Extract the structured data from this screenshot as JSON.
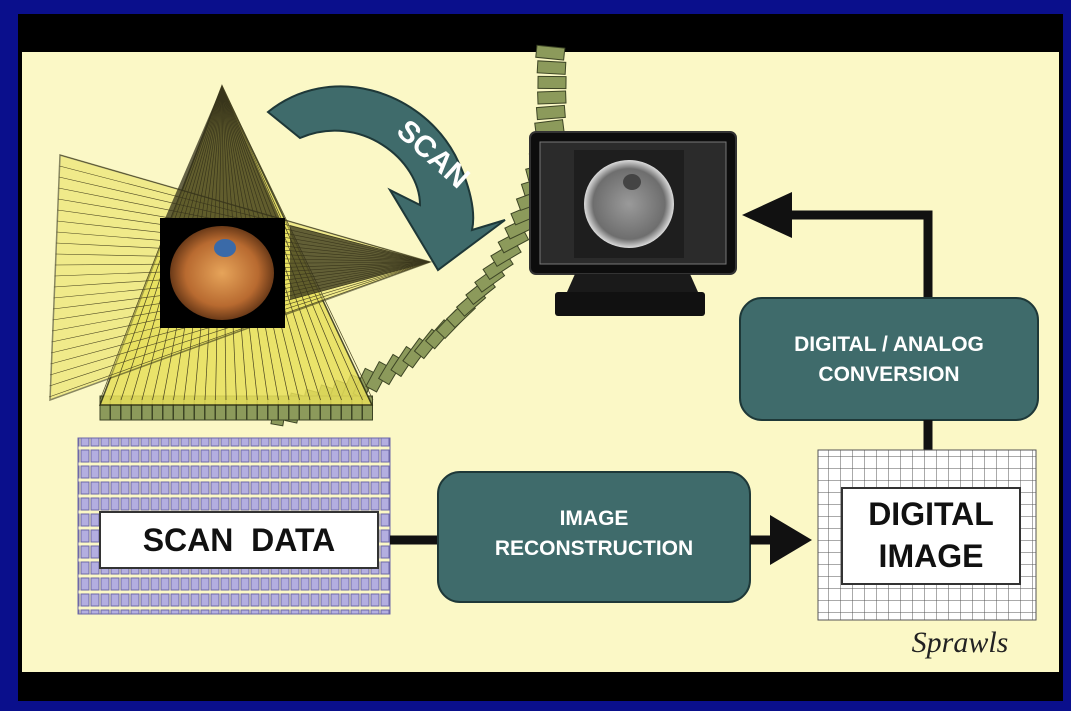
{
  "labels": {
    "scan": "SCAN",
    "scan_data": "SCAN  DATA",
    "reconstruction_line1": "IMAGE",
    "reconstruction_line2": "RECONSTRUCTION",
    "digital_image_line1": "DIGITAL",
    "digital_image_line2": "IMAGE",
    "conversion_line1": "DIGITAL / ANALOG",
    "conversion_line2": "CONVERSION",
    "signature": "Sprawls"
  },
  "colors": {
    "background_border": "#0a0f8c",
    "panel": "#fbf8c6",
    "box_fill": "#3f6b6b",
    "detector_green": "#8c9a5b",
    "beam_yellow": "#e8e05a",
    "data_purple": "#b3aee0"
  },
  "icons": [
    "ct-scanner-icon",
    "brain-slice-icon",
    "monitor-icon",
    "arrow-icon"
  ]
}
